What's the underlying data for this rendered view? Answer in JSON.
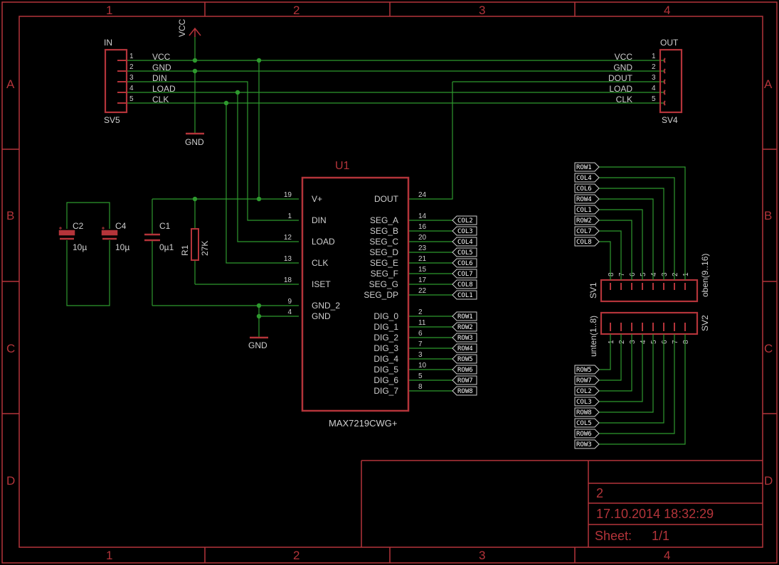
{
  "frame": {
    "columns": [
      "1",
      "2",
      "3",
      "4"
    ],
    "rows": [
      "A",
      "B",
      "C",
      "D"
    ],
    "bg_color": "#000000",
    "frame_color": "#b4343a",
    "wire_color": "#2e9a2e",
    "text_color": "#cfcfcf"
  },
  "title_block": {
    "name": "2",
    "datetime": "17.10.2014 18:32:29",
    "sheet_label": "Sheet:",
    "sheet_value": "1/1"
  },
  "sv5": {
    "top_label": "IN",
    "name": "SV5",
    "pins": [
      {
        "num": "1",
        "name": "VCC"
      },
      {
        "num": "2",
        "name": "GND"
      },
      {
        "num": "3",
        "name": "DIN"
      },
      {
        "num": "4",
        "name": "LOAD"
      },
      {
        "num": "5",
        "name": "CLK"
      }
    ]
  },
  "sv4": {
    "top_label": "OUT",
    "name": "SV4",
    "pins": [
      {
        "num": "1",
        "name": "VCC"
      },
      {
        "num": "2",
        "name": "GND"
      },
      {
        "num": "3",
        "name": "DOUT"
      },
      {
        "num": "4",
        "name": "LOAD"
      },
      {
        "num": "5",
        "name": "CLK"
      }
    ]
  },
  "power": {
    "vcc_label": "VCC",
    "gnd_top_label": "GND",
    "gnd_bottom_label": "GND"
  },
  "u1": {
    "name": "U1",
    "value": "MAX7219CWG+",
    "left_pins": [
      {
        "num": "19",
        "name": "V+"
      },
      {
        "num": "1",
        "name": "DIN"
      },
      {
        "num": "12",
        "name": "LOAD"
      },
      {
        "num": "13",
        "name": "CLK"
      },
      {
        "num": "18",
        "name": "ISET"
      },
      {
        "num": "9",
        "name": "GND_2"
      },
      {
        "num": "4",
        "name": "GND"
      }
    ],
    "right_top": {
      "num": "24",
      "name": "DOUT"
    },
    "seg_pins": [
      {
        "num": "14",
        "name": "SEG_A",
        "net": "COL2"
      },
      {
        "num": "16",
        "name": "SEG_B",
        "net": "COL3"
      },
      {
        "num": "20",
        "name": "SEG_C",
        "net": "COL4"
      },
      {
        "num": "23",
        "name": "SEG_D",
        "net": "COL5"
      },
      {
        "num": "21",
        "name": "SEG_E",
        "net": "COL6"
      },
      {
        "num": "15",
        "name": "SEG_F",
        "net": "COL7"
      },
      {
        "num": "17",
        "name": "SEG_G",
        "net": "COL8"
      },
      {
        "num": "22",
        "name": "SEG_DP",
        "net": "COL1"
      }
    ],
    "dig_pins": [
      {
        "num": "2",
        "name": "DIG_0",
        "net": "ROW1"
      },
      {
        "num": "11",
        "name": "DIG_1",
        "net": "ROW2"
      },
      {
        "num": "6",
        "name": "DIG_2",
        "net": "ROW3"
      },
      {
        "num": "7",
        "name": "DIG_3",
        "net": "ROW4"
      },
      {
        "num": "3",
        "name": "DIG_4",
        "net": "ROW5"
      },
      {
        "num": "10",
        "name": "DIG_5",
        "net": "ROW6"
      },
      {
        "num": "5",
        "name": "DIG_6",
        "net": "ROW7"
      },
      {
        "num": "8",
        "name": "DIG_7",
        "net": "ROW8"
      }
    ]
  },
  "passives": {
    "c2": {
      "name": "C2",
      "value": "10µ"
    },
    "c4": {
      "name": "C4",
      "value": "10µ"
    },
    "c1": {
      "name": "C1",
      "value": "0µ1"
    },
    "r1": {
      "name": "R1",
      "value": "27K"
    }
  },
  "sv1": {
    "name": "SV1",
    "side_label": "oben(9..16)",
    "pin_nums": [
      "8",
      "7",
      "6",
      "5",
      "4",
      "3",
      "2",
      "1"
    ],
    "nets": [
      "ROW1",
      "COL4",
      "COL6",
      "ROW4",
      "COL1",
      "ROW2",
      "COL7",
      "COL8"
    ]
  },
  "sv2": {
    "name": "SV2",
    "side_label": "unten(1..8)",
    "pin_nums": [
      "1",
      "2",
      "3",
      "4",
      "5",
      "6",
      "7",
      "8"
    ],
    "nets": [
      "ROW5",
      "ROW7",
      "COL2",
      "COL3",
      "ROW8",
      "COL5",
      "ROW6",
      "ROW3"
    ]
  }
}
